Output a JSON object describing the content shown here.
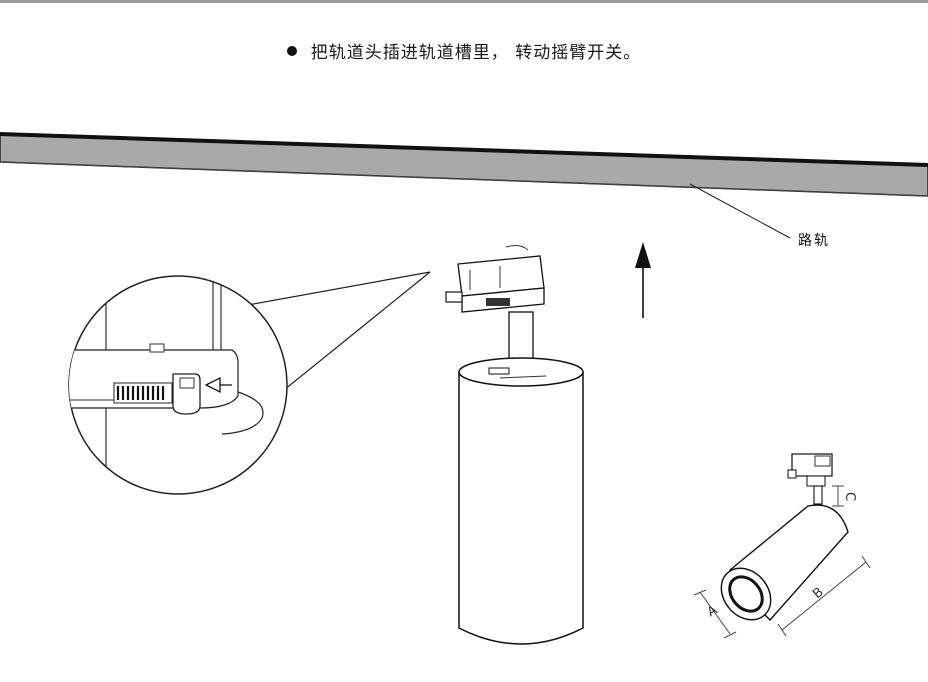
{
  "instruction": {
    "bullet": "●",
    "text": "把轨道头插进轨道槽里， 转动摇臂开关。"
  },
  "labels": {
    "track": "路轨",
    "dim_a": "A",
    "dim_b": "B",
    "dim_c": "C"
  }
}
